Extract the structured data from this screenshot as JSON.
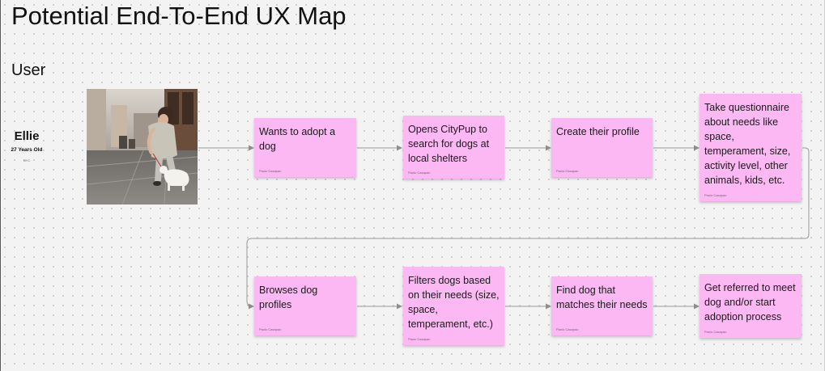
{
  "title": "Potential End-To-End UX Map",
  "section_label": "User",
  "persona": {
    "name": "Ellie",
    "age": "27 Years Old",
    "location": "NYC"
  },
  "colors": {
    "sticky": "#fbb8f3",
    "connector": "#9a9a9a",
    "canvas": "#f3f3f3"
  },
  "steps": [
    {
      "text": "Wants to adopt a dog",
      "author": "Paolo Casapao"
    },
    {
      "text": "Opens CityPup to search for dogs at local shelters",
      "author": "Paolo Casapao"
    },
    {
      "text": "Create their profile",
      "author": "Paolo Casapao"
    },
    {
      "text": "Take questionnaire about needs like space, temperament, size, activity level, other animals, kids, etc.",
      "author": "Paolo Casapao"
    },
    {
      "text": "Browses dog profiles",
      "author": "Paolo Casapao"
    },
    {
      "text": "Filters dogs based on their needs (size, space, temperament, etc.)",
      "author": "Paolo Casapao"
    },
    {
      "text": "Find dog that matches their needs",
      "author": "Paolo Casapao"
    },
    {
      "text": "Get referred to meet dog and/or start adoption process",
      "author": "Paolo Casapao"
    }
  ]
}
